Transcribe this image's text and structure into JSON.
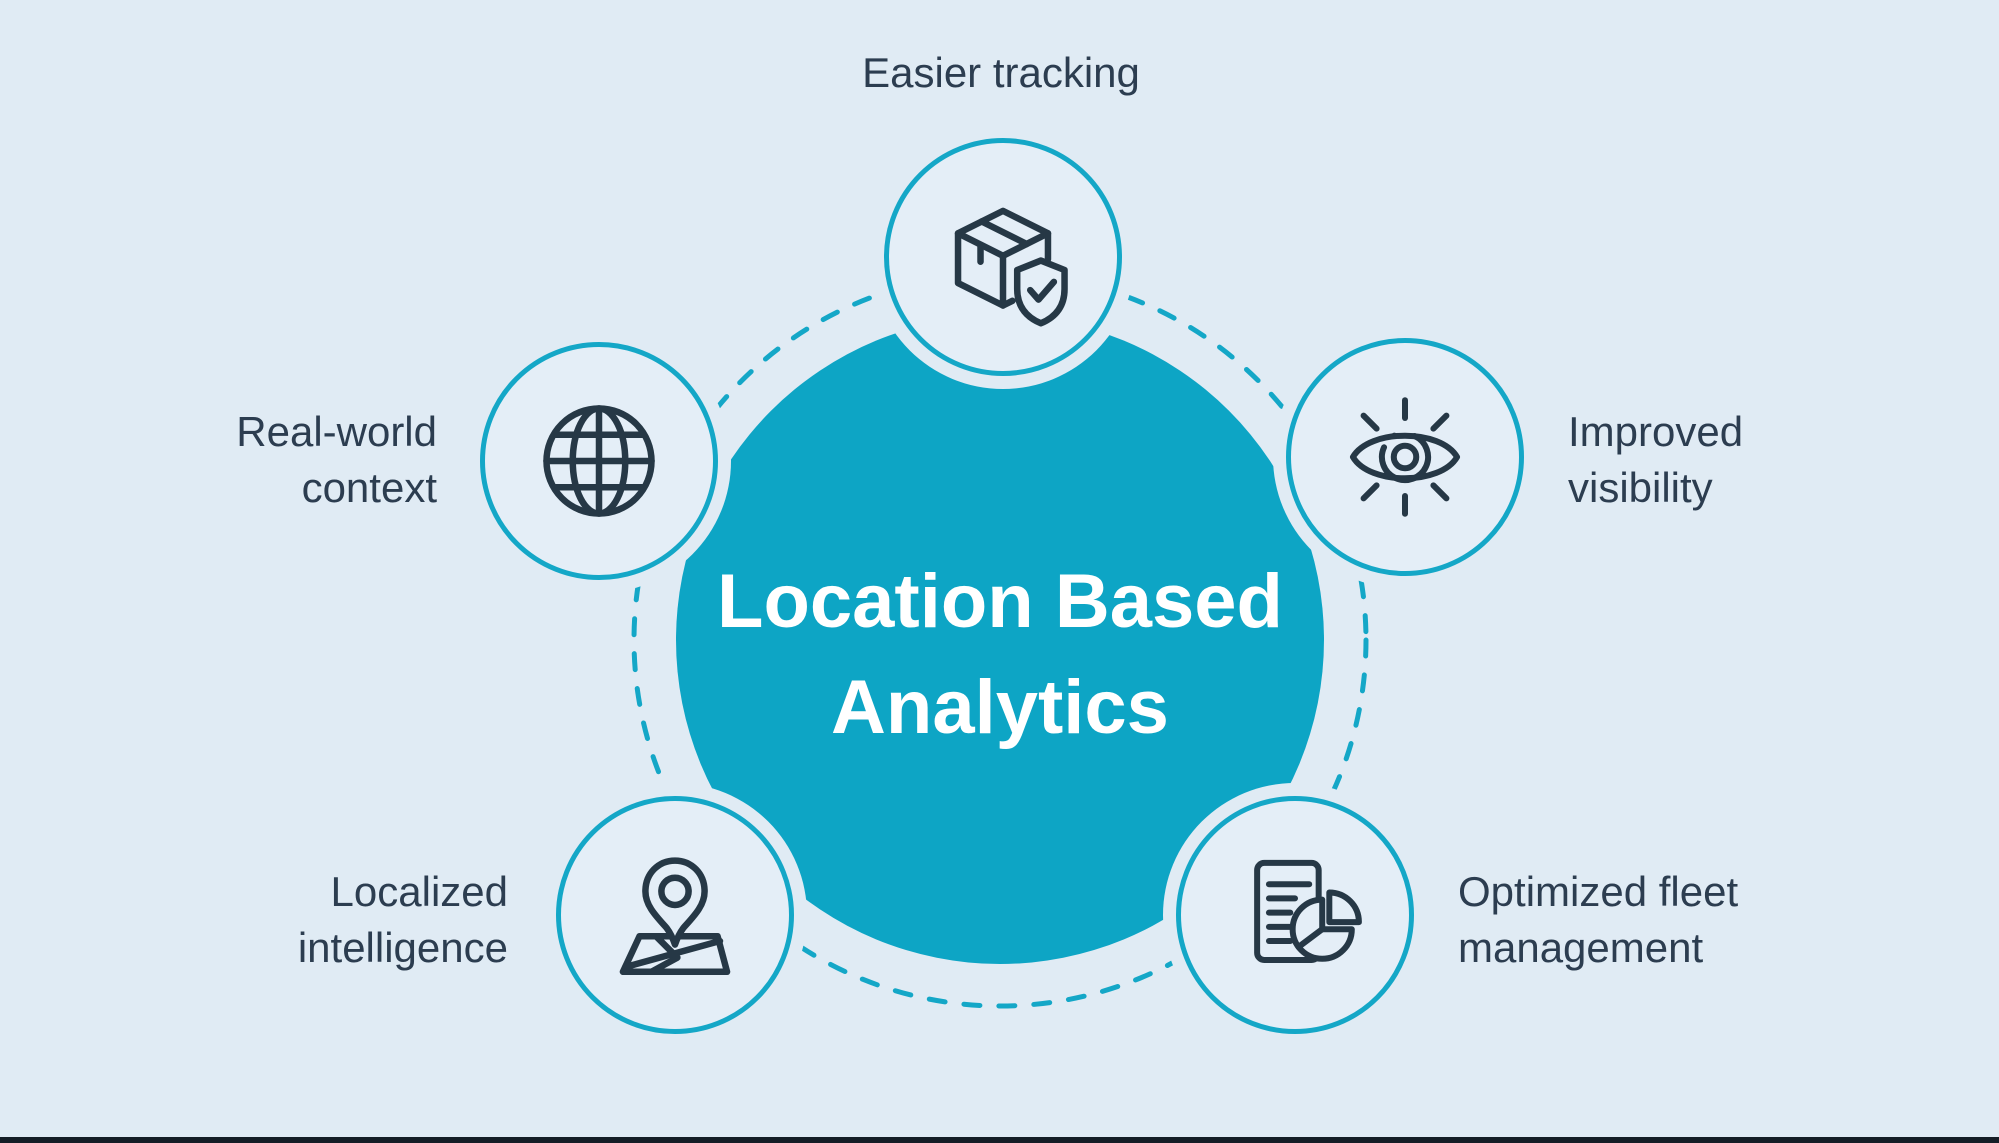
{
  "title": {
    "text": "Location Based\nAnalytics"
  },
  "nodes": [
    {
      "label": "Easier tracking",
      "icon": "package-shield-icon",
      "position": "top"
    },
    {
      "label": "Real-world\ncontext",
      "icon": "globe-icon",
      "position": "left"
    },
    {
      "label": "Improved\nvisibility",
      "icon": "eye-rays-icon",
      "position": "right"
    },
    {
      "label": "Localized\nintelligence",
      "icon": "map-pin-icon",
      "position": "bottom-left"
    },
    {
      "label": "Optimized fleet\nmanagement",
      "icon": "report-pie-icon",
      "position": "bottom-right"
    }
  ],
  "colors": {
    "background": "#e0ebf4",
    "circle_fill": "#e4eef7",
    "teal": "#0da5c5",
    "ring_teal": "#14a7c7",
    "navy_text": "#2c3d50",
    "icon_stroke": "#263846",
    "bottom_bar": "#141d26",
    "title_text": "#ffffff"
  }
}
